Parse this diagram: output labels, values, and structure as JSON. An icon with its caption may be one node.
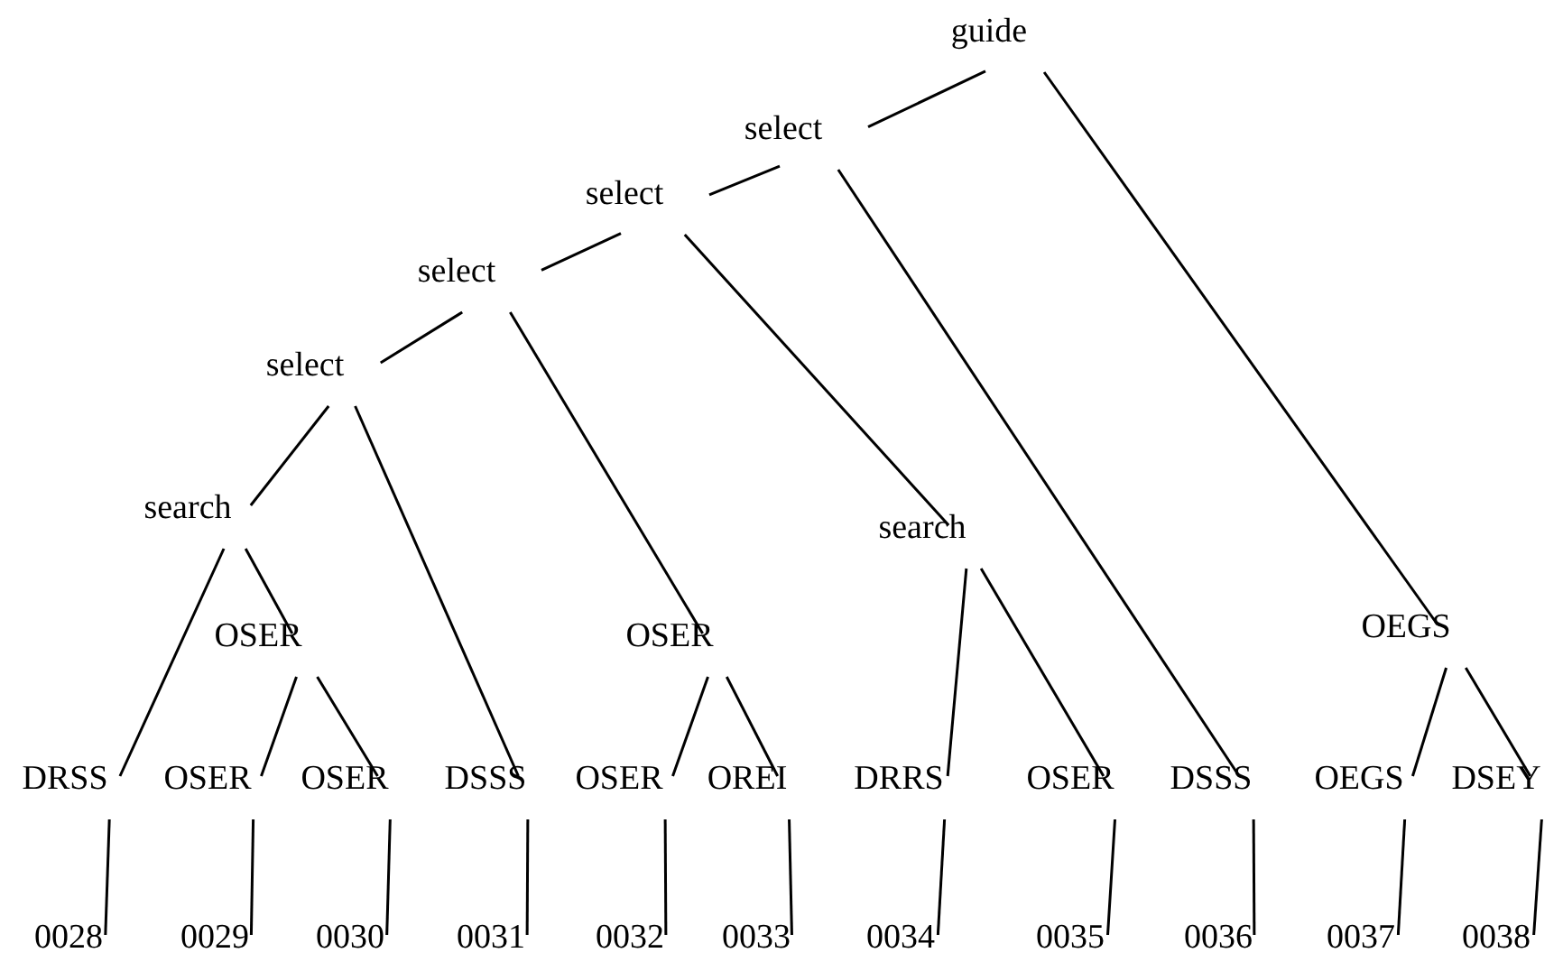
{
  "diagram": {
    "nodes": [
      {
        "text": [
          "guide"
        ]
      },
      {
        "text": [
          "select"
        ]
      },
      {
        "text": [
          "select"
        ]
      },
      {
        "text": [
          "select"
        ]
      },
      {
        "text": [
          "select"
        ]
      },
      {
        "text": [
          "search"
        ]
      },
      {
        "text": [
          "OSER"
        ]
      },
      {
        "text": [
          "OSER"
        ]
      },
      {
        "text": [
          "search"
        ]
      },
      {
        "text": [
          "OEGS"
        ]
      },
      {
        "text": [
          "DRSS"
        ]
      },
      {
        "text": [
          "OSER"
        ]
      },
      {
        "text": [
          "OSER"
        ]
      },
      {
        "text": [
          "DSSS"
        ]
      },
      {
        "text": [
          "OSER"
        ]
      },
      {
        "text": [
          "OREI"
        ]
      },
      {
        "text": [
          "DRRS"
        ]
      },
      {
        "text": [
          "OSER"
        ]
      },
      {
        "text": [
          "DSSS"
        ]
      },
      {
        "text": [
          "OEGS"
        ]
      },
      {
        "text": [
          "DSEY"
        ]
      },
      {
        "text": [
          "0028"
        ]
      },
      {
        "text": [
          "0029"
        ]
      },
      {
        "text": [
          "0030"
        ]
      },
      {
        "text": [
          "0031"
        ]
      },
      {
        "text": [
          "0032"
        ]
      },
      {
        "text": [
          "0033"
        ]
      },
      {
        "text": [
          "0034"
        ]
      },
      {
        "text": [
          "0035"
        ]
      },
      {
        "text": [
          "0036"
        ]
      },
      {
        "text": [
          "0037"
        ]
      },
      {
        "text": [
          "0038"
        ]
      }
    ],
    "edges": [
      {
        "from": 0,
        "to": 1,
        "arrow": "none"
      },
      {
        "from": 0,
        "to": 9,
        "arrow": "none"
      },
      {
        "from": 1,
        "to": 2,
        "arrow": "none"
      },
      {
        "from": 1,
        "to": 18,
        "arrow": "none"
      },
      {
        "from": 2,
        "to": 3,
        "arrow": "none"
      },
      {
        "from": 2,
        "to": 8,
        "arrow": "none"
      },
      {
        "from": 3,
        "to": 4,
        "arrow": "none"
      },
      {
        "from": 3,
        "to": 7,
        "arrow": "none"
      },
      {
        "from": 4,
        "to": 5,
        "arrow": "none"
      },
      {
        "from": 4,
        "to": 13,
        "arrow": "none"
      },
      {
        "from": 5,
        "to": 10,
        "arrow": "none"
      },
      {
        "from": 5,
        "to": 6,
        "arrow": "none"
      },
      {
        "from": 6,
        "to": 11,
        "arrow": "none"
      },
      {
        "from": 6,
        "to": 12,
        "arrow": "none"
      },
      {
        "from": 7,
        "to": 14,
        "arrow": "none"
      },
      {
        "from": 7,
        "to": 15,
        "arrow": "none"
      },
      {
        "from": 8,
        "to": 16,
        "arrow": "none"
      },
      {
        "from": 8,
        "to": 17,
        "arrow": "none"
      },
      {
        "from": 9,
        "to": 19,
        "arrow": "none"
      },
      {
        "from": 9,
        "to": 20,
        "arrow": "none"
      },
      {
        "from": 10,
        "to": 21,
        "arrow": "none"
      },
      {
        "from": 11,
        "to": 22,
        "arrow": "none"
      },
      {
        "from": 12,
        "to": 23,
        "arrow": "none"
      },
      {
        "from": 13,
        "to": 24,
        "arrow": "none"
      },
      {
        "from": 14,
        "to": 25,
        "arrow": "none"
      },
      {
        "from": 15,
        "to": 26,
        "arrow": "none"
      },
      {
        "from": 16,
        "to": 27,
        "arrow": "none"
      },
      {
        "from": 17,
        "to": 28,
        "arrow": "none"
      },
      {
        "from": 18,
        "to": 29,
        "arrow": "none"
      },
      {
        "from": 19,
        "to": 30,
        "arrow": "none"
      },
      {
        "from": 20,
        "to": 31,
        "arrow": "none"
      }
    ]
  }
}
